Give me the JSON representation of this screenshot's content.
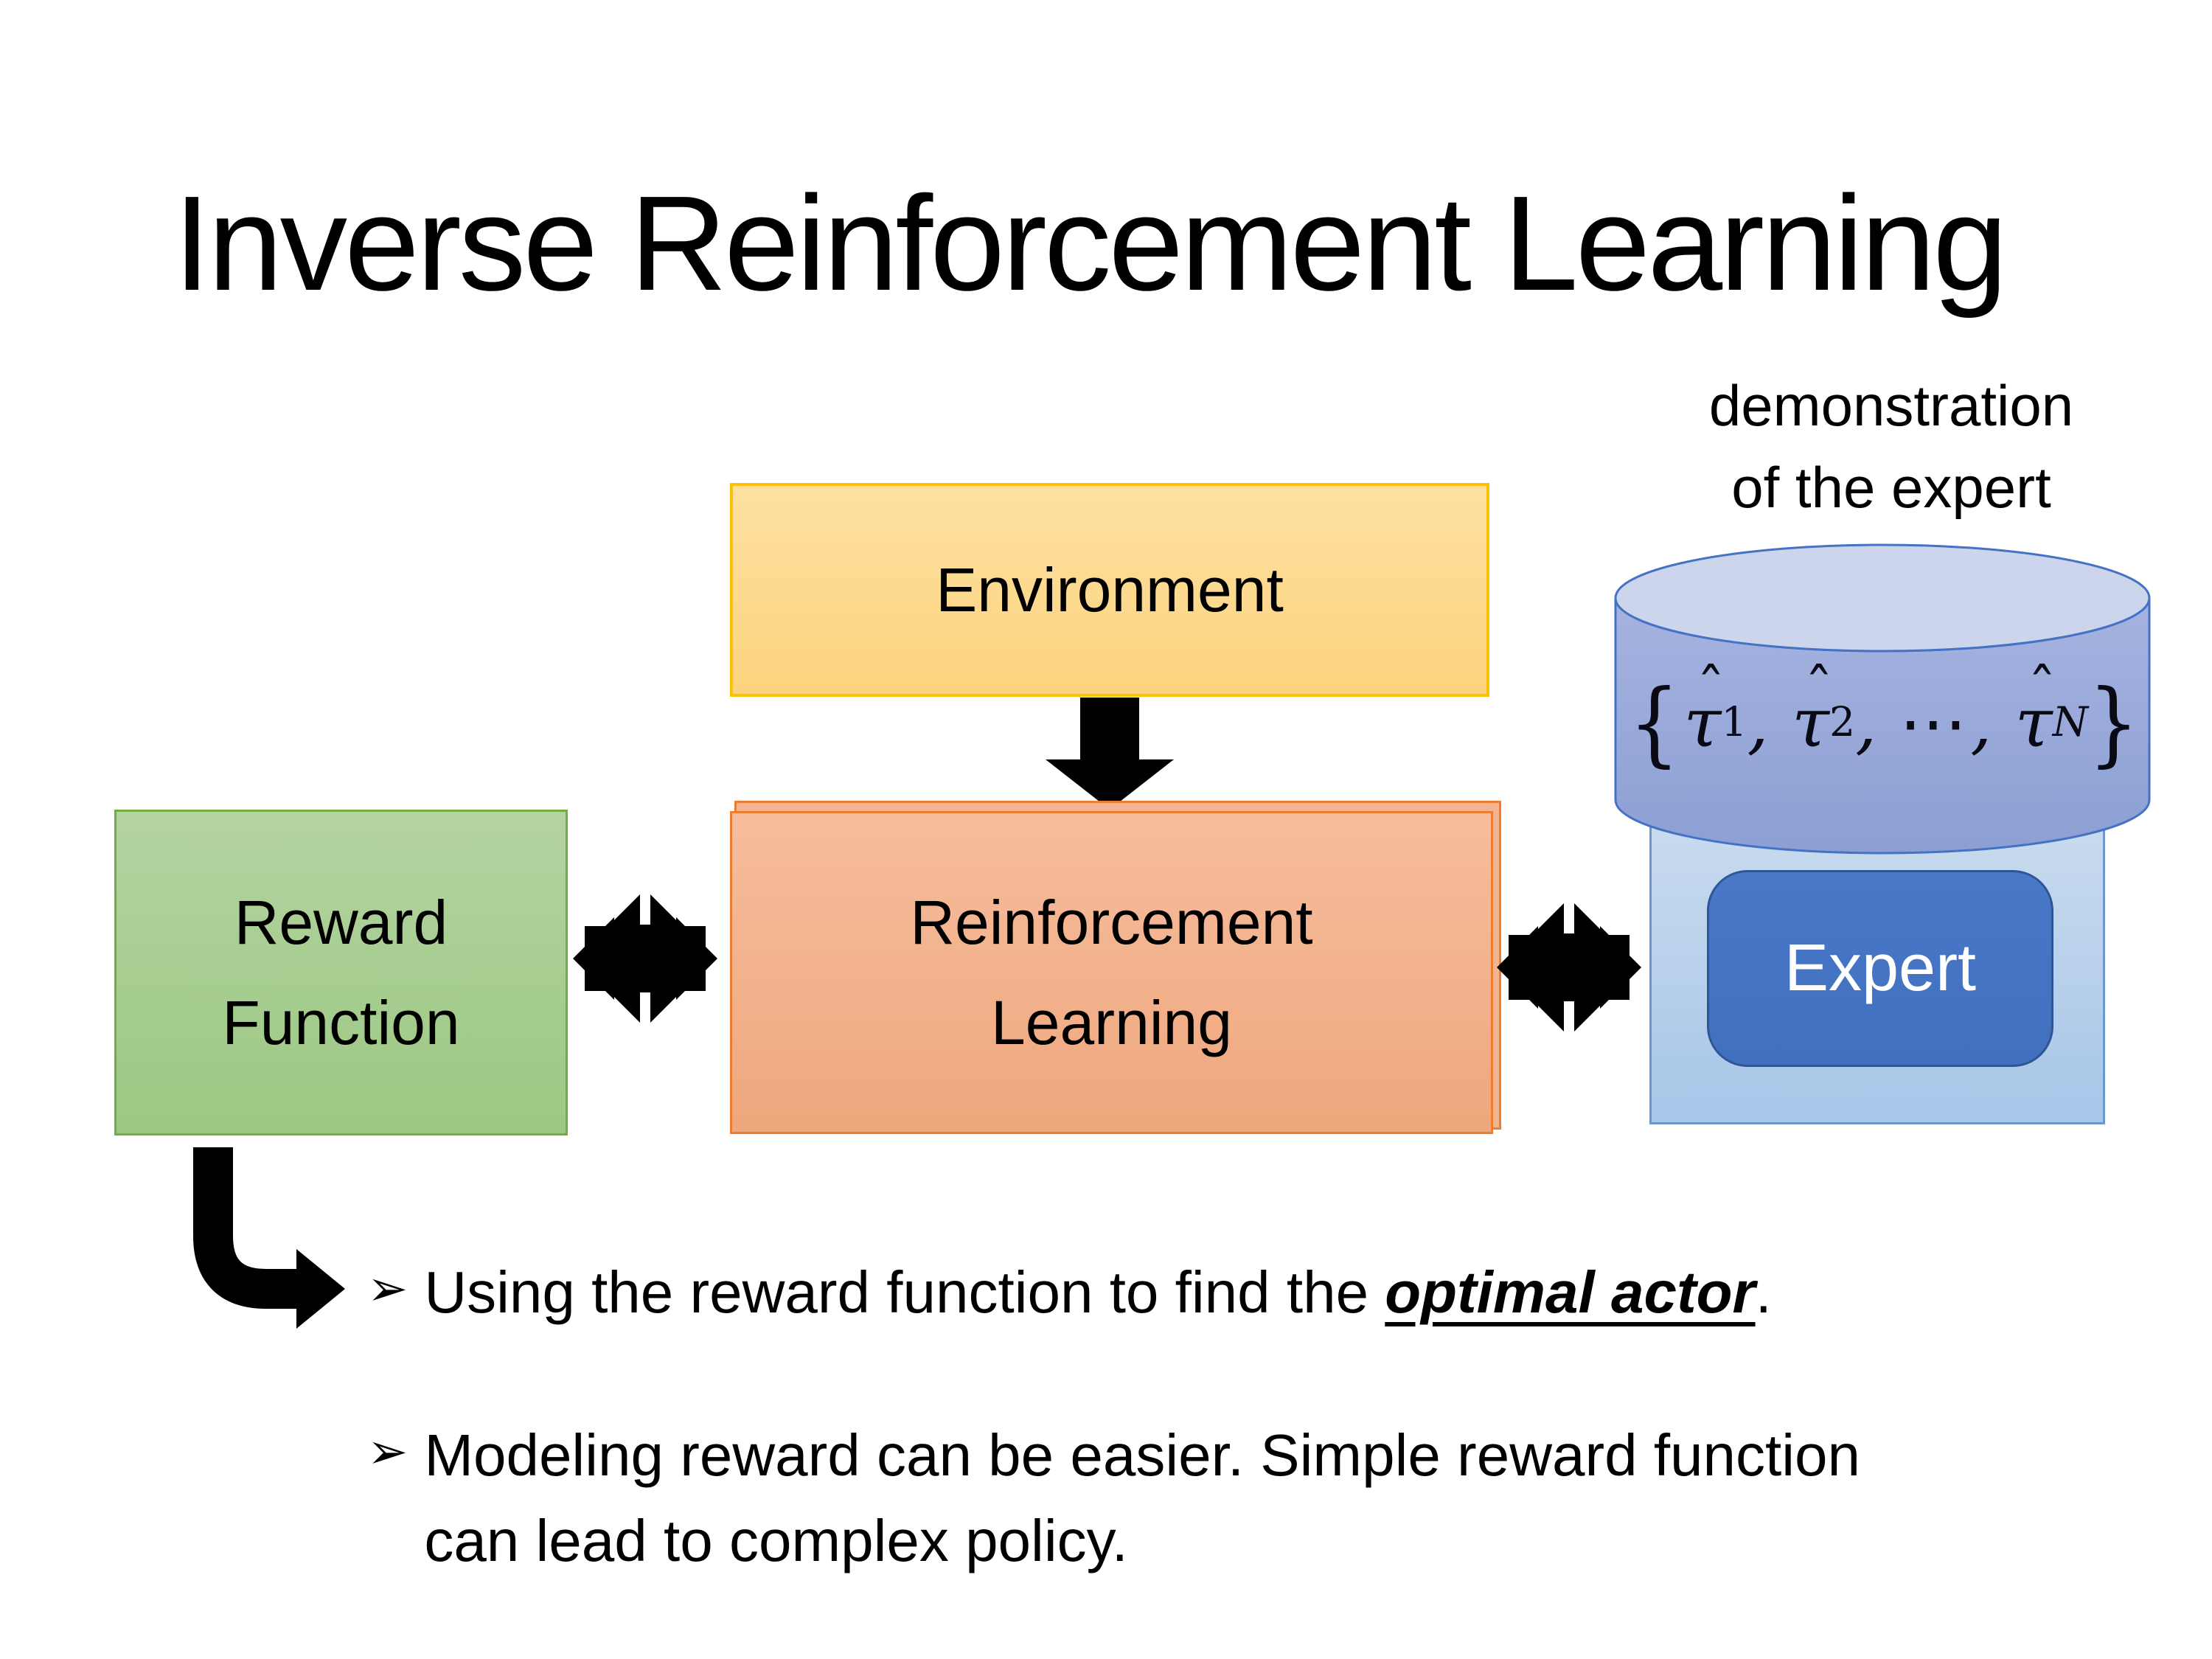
{
  "title": "Inverse Reinforcement Learning",
  "demo_label": {
    "line1": "demonstration",
    "line2": "of the expert"
  },
  "boxes": {
    "environment": {
      "label": "Environment",
      "fill_top": "#FDE0A0",
      "fill_bottom": "#FCD47F",
      "border": "#FFC000"
    },
    "reward_function": {
      "line1": "Reward",
      "line2": "Function",
      "fill_top": "#B3D3A0",
      "fill_bottom": "#9CC884",
      "border": "#70AD47"
    },
    "reinforcement_learning": {
      "line1": "Reinforcement",
      "line2": "Learning",
      "fill_top": "#F6BD9D",
      "fill_bottom": "#EFA77D",
      "border": "#ED7D31"
    },
    "expert": {
      "label": "Expert",
      "fill": "#4472C4",
      "border": "#2F5597",
      "text_color": "#FFFFFF"
    },
    "expert_container": {
      "fill_top": "#C9DBEF",
      "fill_bottom": "#A7C6E8",
      "border": "#6C96CE"
    }
  },
  "cylinder": {
    "border": "#4472C4",
    "body_top": "#A6B3E0",
    "body_bottom": "#8C9FD3",
    "cap_fill": "#CDD5ED",
    "formula": {
      "open": "{",
      "hat": "ˆ",
      "tau1": "τ",
      "sub1": "1",
      "comma1": ",",
      "tau2": "τ",
      "sub2": "2",
      "comma2": ",",
      "dots": "⋯",
      "comma3": ",",
      "tauN": "τ",
      "subN": "N",
      "close": "}"
    }
  },
  "arrows": {
    "color": "#000000"
  },
  "bullets": {
    "marker": "➢",
    "item1": {
      "before": "Using the reward function to find the ",
      "emphasis": "optimal actor",
      "after": "."
    },
    "item2": "Modeling reward can be easier. Simple reward function can lead to complex policy."
  }
}
